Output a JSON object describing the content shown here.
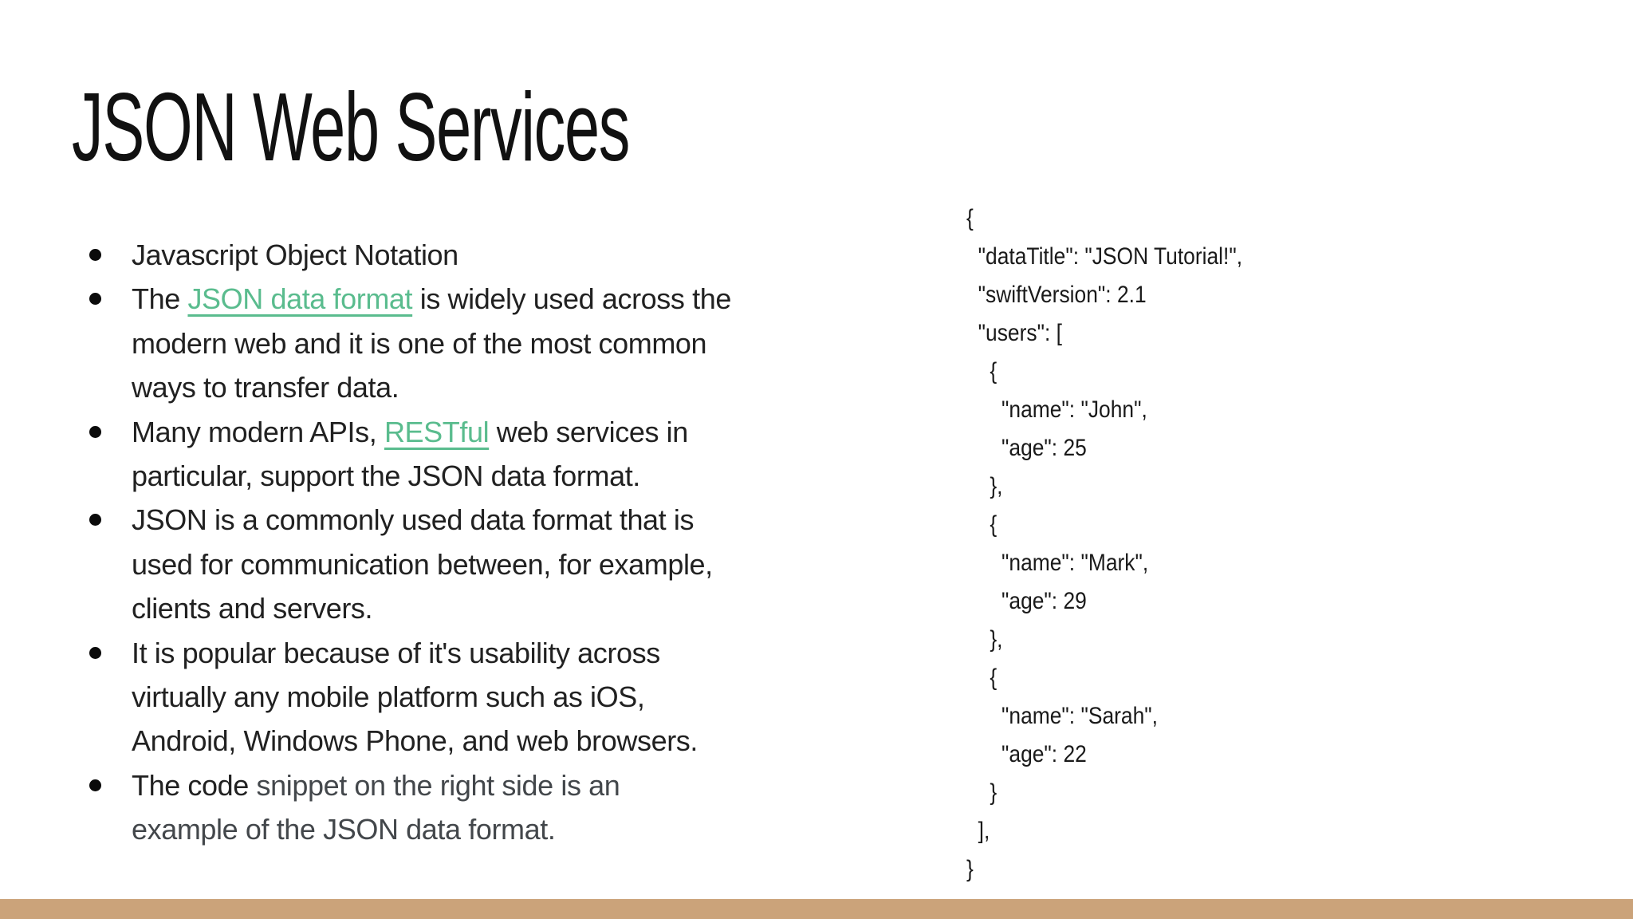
{
  "slide": {
    "title": "JSON Web Services",
    "bullets": [
      {
        "lines": [
          [
            "Javascript Object Notation"
          ]
        ]
      },
      {
        "lines": [
          [
            "The ",
            "JSON data format",
            " is widely used across the"
          ],
          [
            "modern web and it is one of the most common"
          ],
          [
            "ways to transfer data."
          ]
        ]
      },
      {
        "lines": [
          [
            "Many modern APIs, ",
            "RESTful",
            " web services in"
          ],
          [
            "particular, support the JSON data format."
          ]
        ]
      },
      {
        "lines": [
          [
            "JSON is a commonly used data format that is"
          ],
          [
            "used for communication between, for example,"
          ],
          [
            "clients and servers."
          ]
        ]
      },
      {
        "lines": [
          [
            "It is popular because of it's usability across"
          ],
          [
            "virtually any mobile platform such as iOS,"
          ],
          [
            "Android, Windows Phone, and web browsers."
          ]
        ]
      },
      {
        "lines": [
          [
            "The code ",
            "snippet on the right side is an"
          ],
          [
            "example of the JSON data format."
          ]
        ]
      }
    ],
    "code": {
      "text": "{\n  \"dataTitle\": \"JSON Tutorial!\",\n  \"swiftVersion\": 2.1\n  \"users\": [\n    {\n      \"name\": \"John\",\n      \"age\": 25\n    },\n    {\n      \"name\": \"Mark\",\n      \"age\": 29\n    },\n    {\n      \"name\": \"Sarah\",\n      \"age\": 22\n    }\n  ],\n}"
    },
    "colors": {
      "link_green": "#5abc8e",
      "accent_bar_tan": "#cba37a",
      "text_primary": "#212121",
      "text_secondary": "#43474b"
    }
  }
}
